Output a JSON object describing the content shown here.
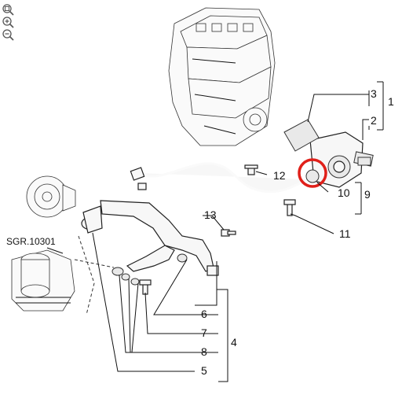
{
  "toolbar": {
    "tools": [
      {
        "name": "zoom-reset-icon",
        "symbol": "⊕"
      },
      {
        "name": "zoom-in-icon",
        "symbol": "+"
      },
      {
        "name": "zoom-out-icon",
        "symbol": "−"
      }
    ]
  },
  "diagram": {
    "reference": "SGR.10301",
    "callouts": {
      "c1": "1",
      "c2": "2",
      "c3": "3",
      "c4": "4",
      "c5": "5",
      "c6": "6",
      "c7": "7",
      "c8": "8",
      "c9": "9",
      "c10": "10",
      "c11": "11",
      "c12": "12",
      "c13": "13"
    },
    "highlight_color": "#e0201a"
  }
}
